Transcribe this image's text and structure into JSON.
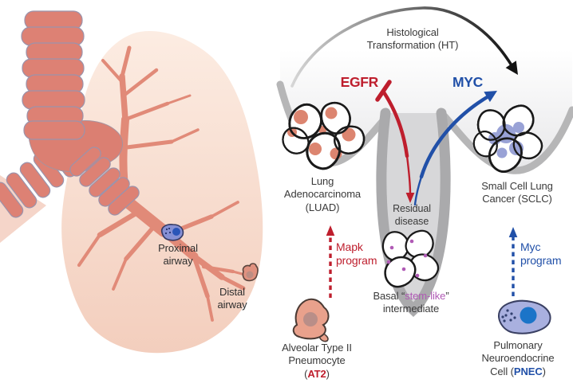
{
  "figure_type": "lung cancer histological transformation diagram",
  "lung_panel": {
    "proximal_airway_label": "Proximal airway",
    "distal_airway_label": "Distal airway"
  },
  "landscape_panel": {
    "ht_arc_label": "Histological Transformation (HT)",
    "egfr_label": "EGFR",
    "myc_label": "MYC",
    "luad_label": "Lung Adenocarcinoma (LUAD)",
    "residual_disease_label": "Residual disease",
    "basal_intermediate": {
      "prefix": "Basal “",
      "stem": "stem-like",
      "suffix": "”",
      "line2": "intermediate"
    },
    "sclc_label": "Small Cell Lung Cancer (SCLC)",
    "mapk_program_label": "Mapk program",
    "myc_program_label": "Myc program",
    "at2_cell": {
      "line1": "Alveolar Type II",
      "line2": "Pneumocyte",
      "abbr_open": "(",
      "abbr": "AT2",
      "abbr_close": ")"
    },
    "pnec_cell": {
      "line1": "Pulmonary",
      "line2": "Neuroendocrine",
      "line3_prefix": "Cell (",
      "abbr": "PNEC",
      "line3_suffix": ")"
    }
  },
  "colors": {
    "egfr_red": "#be1e2d",
    "myc_blue": "#2150a8",
    "stem_purple": "#b05ab5",
    "landscape_gray": "#b6b6b7",
    "valley_pocket_fill": "#d7d7d9",
    "lung_pink": "#f5d3c2",
    "airway_salmon": "#dd8174",
    "luad_spot_salmon": "#dc8570",
    "sclc_spot_blue": "#99a2d6",
    "pnec_nucleus_blue": "#1b74c8"
  }
}
